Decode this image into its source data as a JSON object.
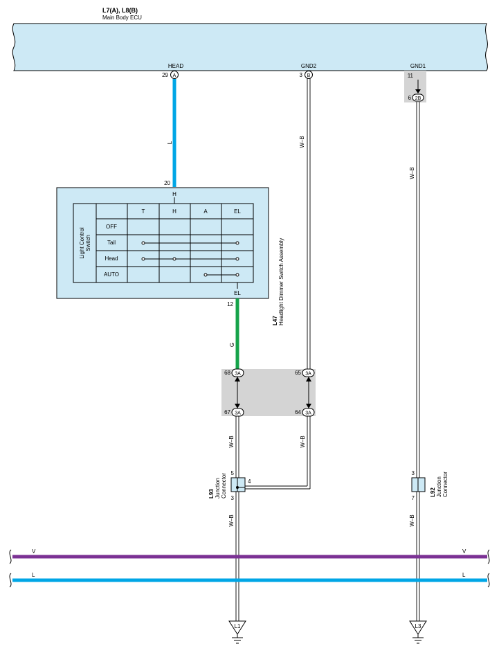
{
  "ecu": {
    "code_label": "L7(A), L8(B)",
    "name": "Main Body ECU",
    "pins": {
      "head": {
        "name": "HEAD",
        "num": "29",
        "conn": "A"
      },
      "gnd2": {
        "name": "GND2",
        "num": "3",
        "conn": "B"
      },
      "gnd1": {
        "name": "GND1",
        "num_top": "11",
        "num": "6",
        "conn": "2B"
      }
    }
  },
  "wires": {
    "head_color": "L",
    "gnd2_color": "W–B",
    "gnd1_color": "W–B",
    "el_color": "G",
    "lower_left_color": "W–B",
    "left_bottom_color": "W–B",
    "right_bottom_color": "W–B"
  },
  "switch": {
    "code": "L47",
    "name": "Headlight Dimmer Switch Assembly",
    "top_pin_num": "20",
    "top_pin_name": "H",
    "bottom_pin_name": "EL",
    "bottom_pin_num": "12",
    "side_label_1": "Light Control",
    "side_label_2": "Switch",
    "columns": [
      "T",
      "H",
      "A",
      "EL"
    ],
    "rows": [
      "OFF",
      "Tail",
      "Head",
      "AUTO"
    ]
  },
  "junction_block": {
    "left_top": {
      "num": "68",
      "conn": "3A"
    },
    "left_bottom": {
      "num": "67",
      "conn": "3A"
    },
    "right_top": {
      "num": "65",
      "conn": "3A"
    },
    "right_bottom": {
      "num": "64",
      "conn": "3A"
    }
  },
  "j93": {
    "code": "L93",
    "line1": "Junction",
    "line2": "Connector",
    "pin_top": "5",
    "pin_side": "4",
    "pin_bottom": "3"
  },
  "j92": {
    "code": "L92",
    "line1": "Junction",
    "line2": "Connector",
    "pin_top": "3",
    "pin_bottom": "7"
  },
  "buses": {
    "v_label": "V",
    "l_label": "L"
  },
  "grounds": {
    "left": "L1",
    "right": "L3"
  },
  "colors": {
    "component_fill": "#cde9f5",
    "wire_blue": "#00a6e6",
    "wire_green": "#16a34a",
    "wire_violet": "#7b3294",
    "shade": "#d4d4d4"
  }
}
